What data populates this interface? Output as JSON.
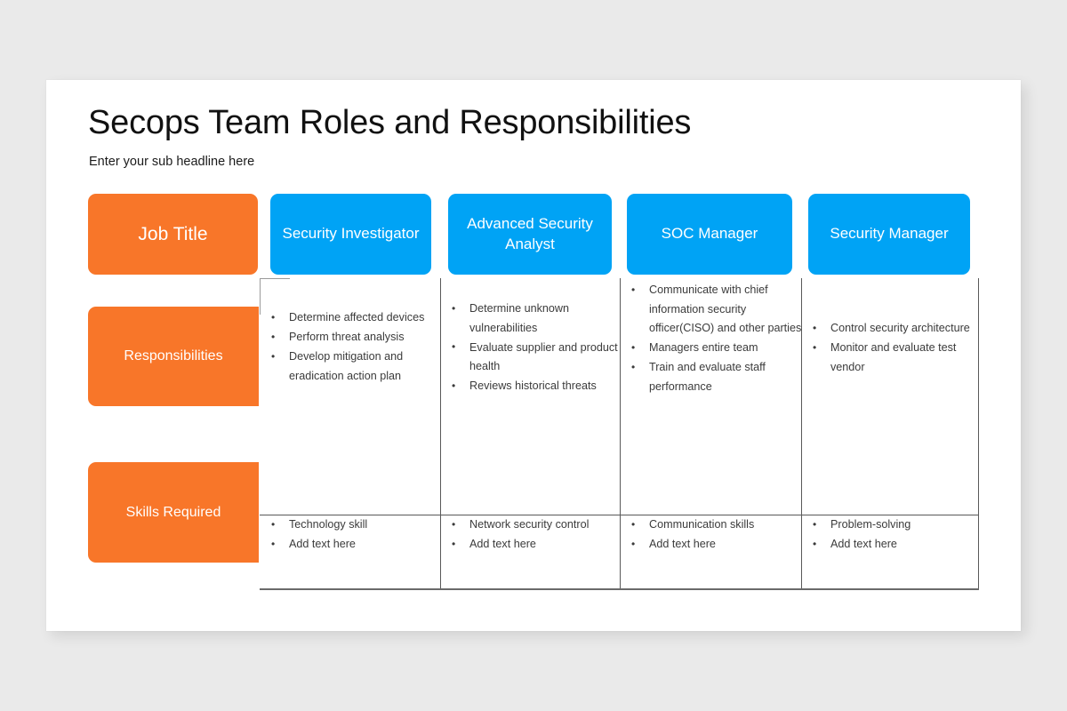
{
  "slide": {
    "title": "Secops Team Roles and Responsibilities",
    "subtitle": "Enter your sub headline here",
    "colors": {
      "orange": "#F87629",
      "blue": "#00A3F5",
      "canvas": "#FFFFFF",
      "background": "#EAEAEA",
      "grid_line": "#595959",
      "body_text": "#3B3B3B"
    }
  },
  "headers": {
    "corner_label": "Job Title",
    "columns": [
      {
        "label": "Security Investigator"
      },
      {
        "label": "Advanced Security Analyst"
      },
      {
        "label": "SOC Manager"
      },
      {
        "label": "Security Manager"
      }
    ]
  },
  "rows": [
    {
      "label": "Responsibilities",
      "cells": [
        [
          "Determine affected devices",
          "Perform threat analysis",
          "Develop mitigation and eradication action plan"
        ],
        [
          "Determine unknown vulnerabilities",
          "Evaluate supplier and product health",
          "Reviews historical threats"
        ],
        [
          "Communicate with chief information security officer(CISO) and other parties",
          "Managers entire team",
          "Train and evaluate staff performance"
        ],
        [
          "Control security architecture",
          "Monitor and evaluate test vendor"
        ]
      ]
    },
    {
      "label": "Skills Required",
      "cells": [
        [
          "Technology skill",
          "Add text here"
        ],
        [
          "Network security control",
          "Add text here"
        ],
        [
          "Communication skills",
          "Add text here"
        ],
        [
          "Problem-solving",
          "Add text here"
        ]
      ]
    }
  ]
}
